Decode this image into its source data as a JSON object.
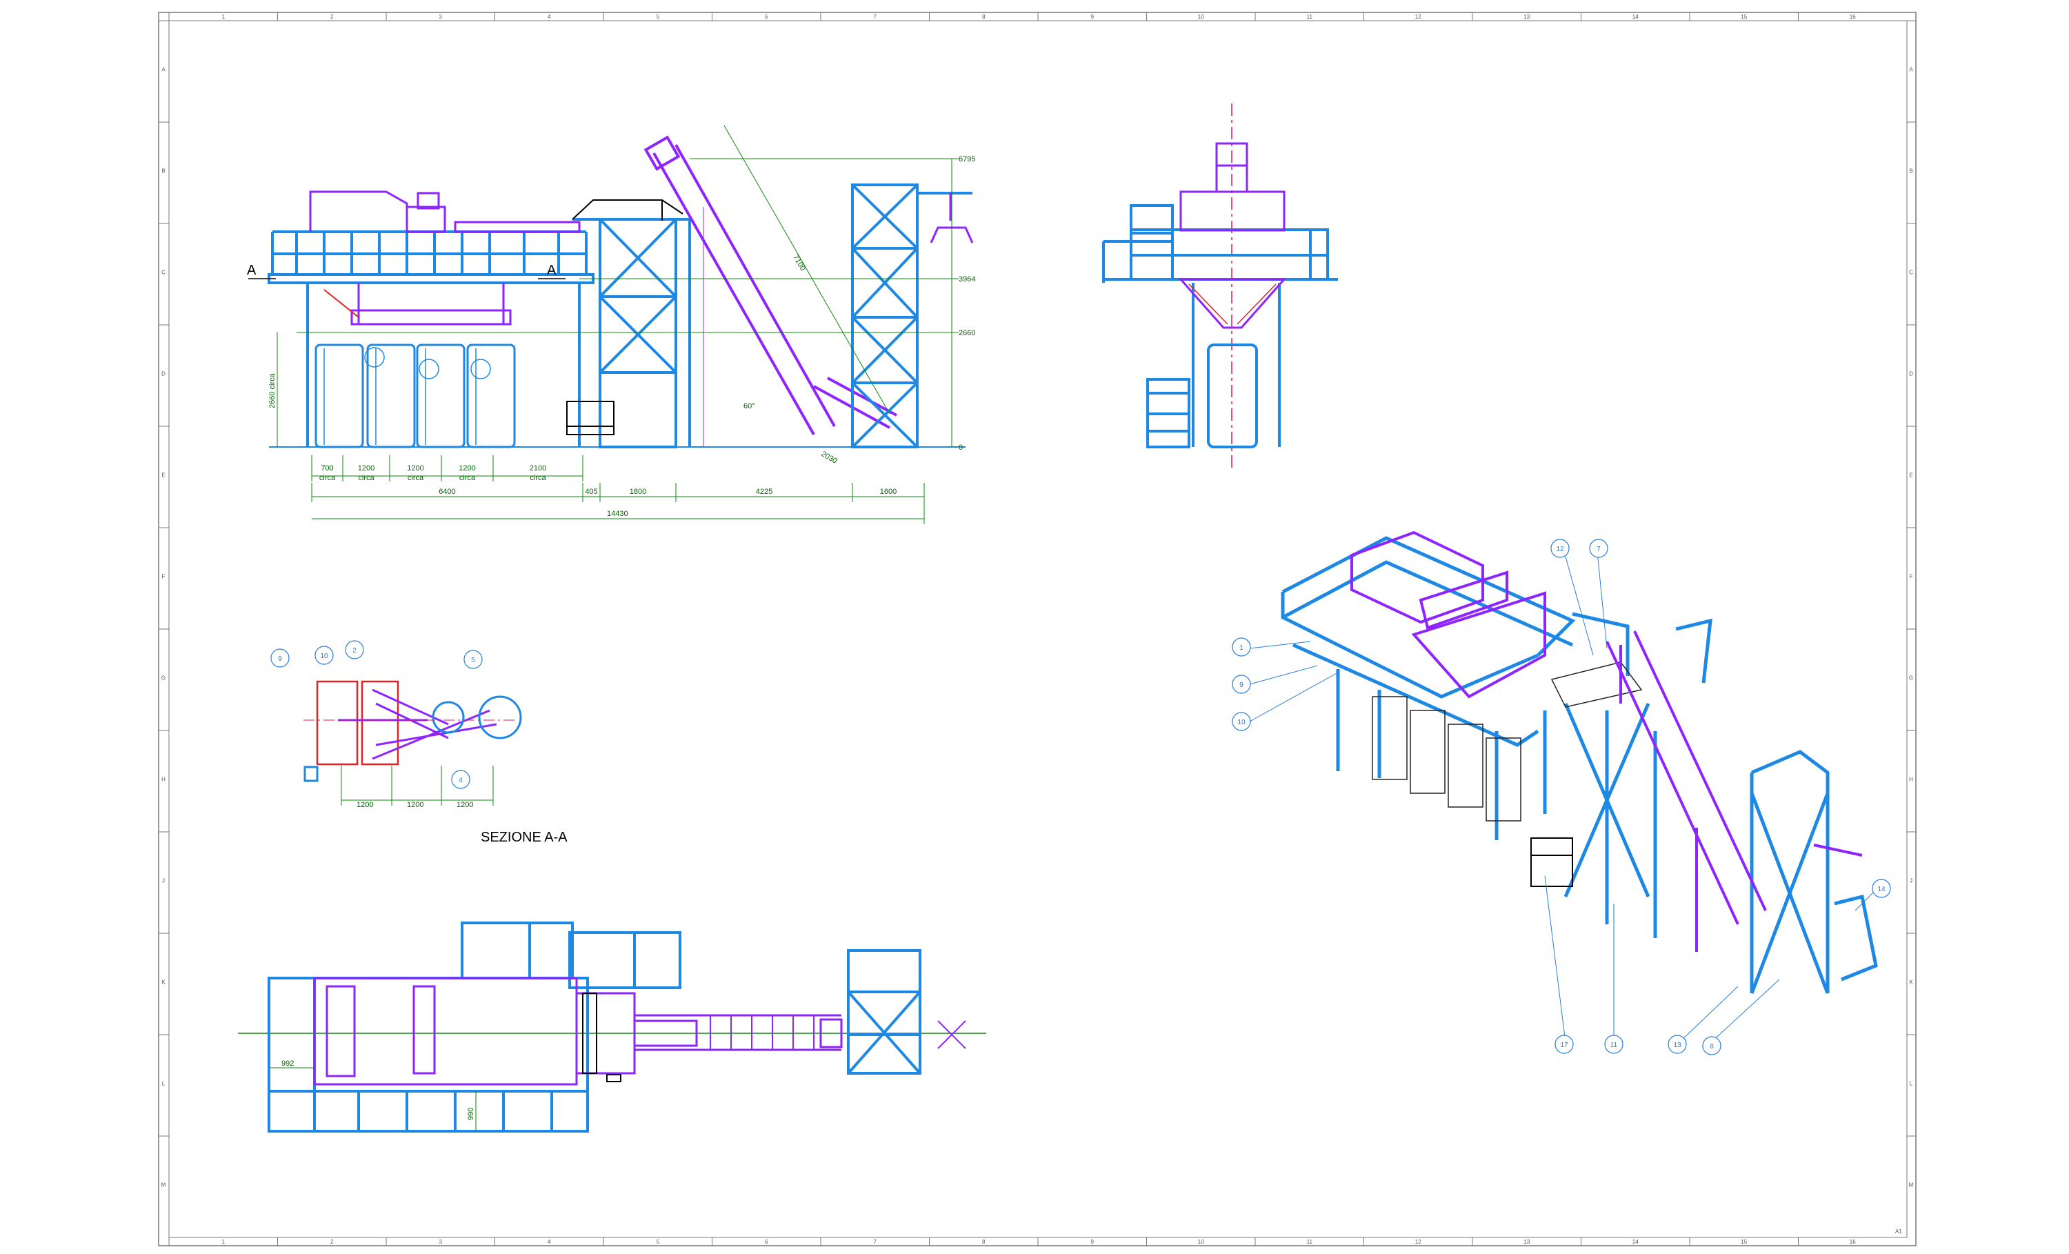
{
  "colors": {
    "structure": "#1e88e5",
    "machine": "#8e24ff",
    "dimension": "#0a8a0a",
    "section": "#e52222",
    "axis": "#d81b60",
    "frame": "#777777",
    "bubble": "#2a7dd6"
  },
  "frame": {
    "columns": [
      "1",
      "2",
      "3",
      "4",
      "5",
      "6",
      "7",
      "8",
      "9",
      "10",
      "11",
      "12",
      "13",
      "14",
      "15",
      "16"
    ],
    "rows": [
      "A",
      "B",
      "C",
      "D",
      "E",
      "F",
      "G",
      "H",
      "J",
      "K",
      "L",
      "M"
    ],
    "sheet_size": "A1"
  },
  "front_view": {
    "section_marks": [
      "A",
      "A"
    ],
    "levels": [
      "6795",
      "3964",
      "2660",
      "0"
    ],
    "vertical_label": "2660 circa",
    "conveyor_length": "7100",
    "conveyor_angle": "60°",
    "chute_length": "2030",
    "dims_row1": [
      {
        "value": "700",
        "note": "circa"
      },
      {
        "value": "1200",
        "note": "circa"
      },
      {
        "value": "1200",
        "note": "circa"
      },
      {
        "value": "1200",
        "note": "circa"
      },
      {
        "value": "2100",
        "note": "circa"
      }
    ],
    "dims_row2": [
      "6400",
      "405",
      "1800",
      "4225",
      "1600"
    ],
    "total": "14430"
  },
  "section_view": {
    "title": "SEZIONE A-A",
    "bubbles": [
      "9",
      "10",
      "2",
      "5",
      "4"
    ],
    "dims": [
      "1200",
      "1200",
      "1200"
    ]
  },
  "plan_view": {
    "dims": [
      "992",
      "990"
    ]
  },
  "iso_view": {
    "bubbles_left": [
      "1",
      "9",
      "10"
    ],
    "bubbles_top": [
      "12",
      "7"
    ],
    "bubble_right": "14",
    "bubbles_bottom": [
      "17",
      "11",
      "13",
      "8"
    ]
  }
}
